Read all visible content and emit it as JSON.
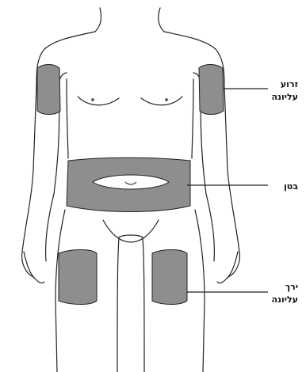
{
  "labels": {
    "upper_arm_line1": "זרוע",
    "upper_arm_line2": "עליונה",
    "abdomen": "בטן",
    "thigh_line1": "ירך",
    "thigh_line2": "עליונה"
  },
  "colors": {
    "outline": "#222222",
    "injection_area_fill": "#8e8e8e",
    "skin_fill": "#ffffff"
  }
}
